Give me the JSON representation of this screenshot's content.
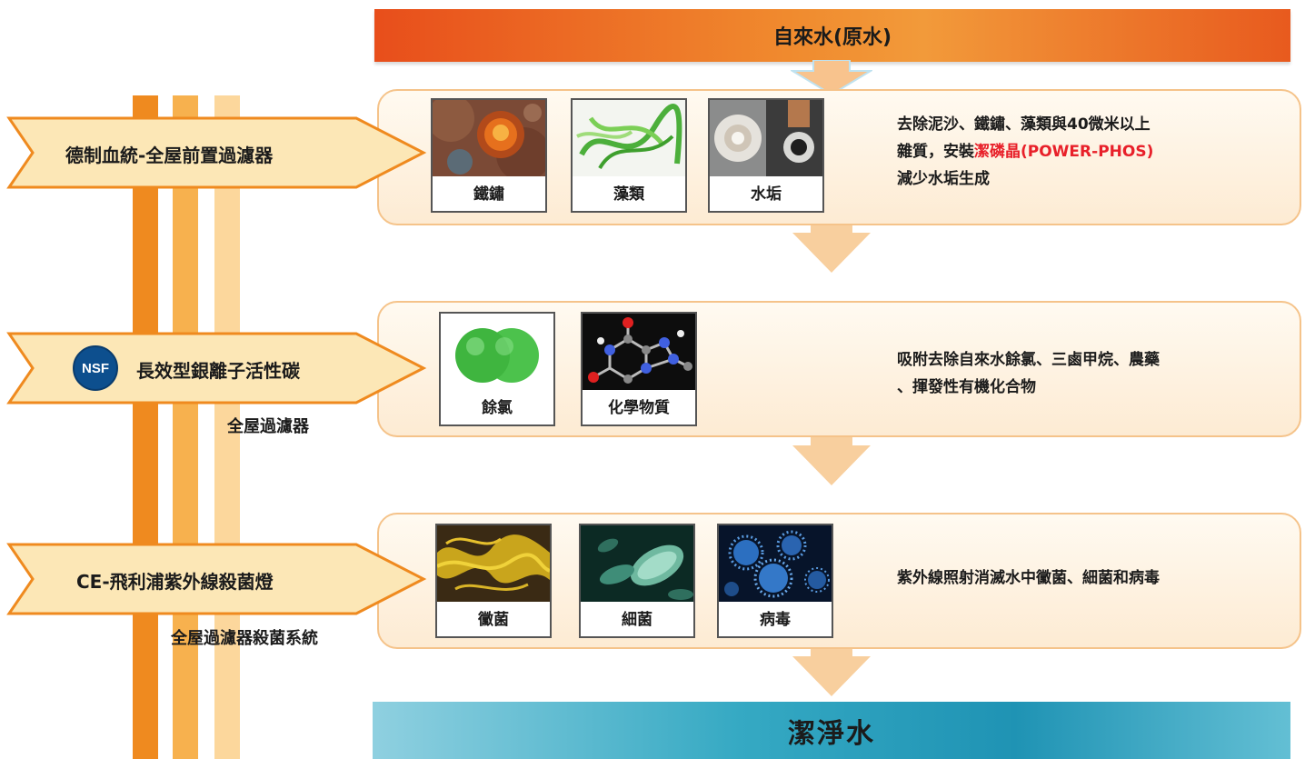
{
  "source_label": "自來水(原水)",
  "output_label": "潔淨水",
  "stages": [
    {
      "name": "德制血統-全屋前置過濾器",
      "sub": "",
      "cards": [
        "鐵鏽",
        "藻類",
        "水垢"
      ],
      "desc_lines": [
        "去除泥沙、鐵鏽、藻類與40微米以上",
        "雜質，安裝",
        "減少水垢生成"
      ],
      "desc_highlight": "潔磷晶(POWER-PHOS)"
    },
    {
      "name": "長效型銀離子活性碳",
      "sub": "全屋過濾器",
      "badge": "NSF",
      "cards": [
        "餘氯",
        "化學物質"
      ],
      "desc_lines": [
        "吸附去除自來水餘氯、三鹵甲烷、農藥",
        "、揮發性有機化合物"
      ]
    },
    {
      "name": "CE-飛利浦紫外線殺菌燈",
      "sub": "全屋過濾器殺菌系統",
      "cards": [
        "黴菌",
        "細菌",
        "病毒"
      ],
      "desc_lines": [
        "紫外線照射消滅水中黴菌、細菌和病毒"
      ]
    }
  ],
  "colors": {
    "pipe_dark": "#ef8a1f",
    "pipe_mid": "#f7b14e",
    "pipe_light": "#fcd79c",
    "panel_border": "#f5c38a",
    "highlight": "#e8202a"
  }
}
